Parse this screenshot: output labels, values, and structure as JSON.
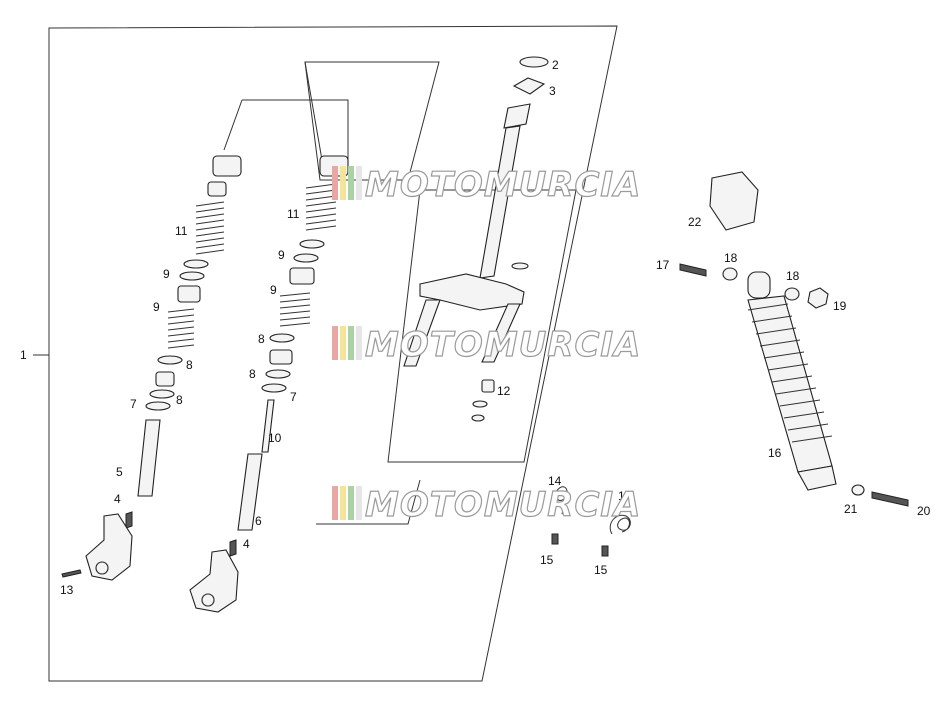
{
  "watermark": {
    "text": "MOTOMURCIA",
    "stripe_colors": [
      "#e8a7a0",
      "#f2e49a",
      "#a9d3a5",
      "#e6e6e6"
    ]
  },
  "callouts": {
    "c1": "1",
    "c2": "2",
    "c3": "3",
    "c4a": "4",
    "c4b": "4",
    "c5": "5",
    "c6": "6",
    "c7a": "7",
    "c7b": "7",
    "c8a": "8",
    "c8b": "8",
    "c8c": "8",
    "c8d": "8",
    "c9a": "9",
    "c9b": "9",
    "c9c": "9",
    "c9d": "9",
    "c10": "10",
    "c11a": "11",
    "c11b": "11",
    "c12": "12",
    "c13": "13",
    "c14a": "14",
    "c14b": "14",
    "c15a": "15",
    "c15b": "15",
    "c16": "16",
    "c17": "17",
    "c18a": "18",
    "c18b": "18",
    "c19": "19",
    "c20": "20",
    "c21": "21",
    "c22": "22"
  },
  "icons": {
    "spring": "coil-spring-icon",
    "tube": "fork-tube-icon",
    "shock": "shock-absorber-icon",
    "bolt": "bolt-icon"
  }
}
